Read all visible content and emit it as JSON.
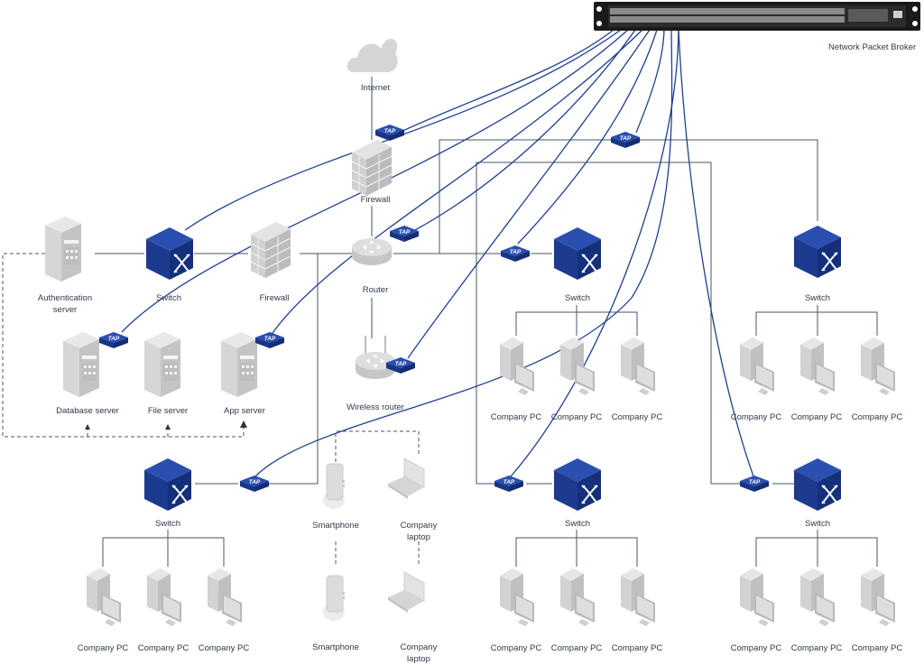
{
  "diagram": {
    "type": "network-topology",
    "colors": {
      "tap_blue": "#1e3a8a",
      "monitor_line": "#1f3f8f",
      "link_line": "#4b5563",
      "device_gray": "#d4d4d4",
      "label": "#2f3a4a"
    },
    "npb": {
      "label": "Network Packet Broker"
    },
    "tap_label": "TAP",
    "nodes": {
      "internet": {
        "label": "Internet",
        "icon": "cloud-icon"
      },
      "firewall_top": {
        "label": "Firewall",
        "icon": "firewall-icon"
      },
      "router": {
        "label": "Router",
        "icon": "router-icon"
      },
      "wireless_router": {
        "label": "Wireless router",
        "icon": "wireless-router-icon"
      },
      "auth_server": {
        "label_line1": "Authentication",
        "label_line2": "server",
        "icon": "server-icon"
      },
      "switch_core": {
        "label": "Switch",
        "icon": "switch-icon"
      },
      "firewall_left": {
        "label": "Firewall",
        "icon": "firewall-icon"
      },
      "db_server": {
        "label": "Database server",
        "icon": "server-icon"
      },
      "file_server": {
        "label": "File server",
        "icon": "server-icon"
      },
      "app_server": {
        "label": "App server",
        "icon": "server-icon"
      },
      "switch_bl": {
        "label": "Switch",
        "icon": "switch-icon"
      },
      "switch_mid_top": {
        "label": "Switch",
        "icon": "switch-icon"
      },
      "switch_right_top": {
        "label": "Switch",
        "icon": "switch-icon"
      },
      "switch_mid_bot": {
        "label": "Switch",
        "icon": "switch-icon"
      },
      "switch_right_bot": {
        "label": "Switch",
        "icon": "switch-icon"
      },
      "smartphone_1": {
        "label": "Smartphone",
        "icon": "smartphone-icon"
      },
      "smartphone_2": {
        "label": "Smartphone",
        "icon": "smartphone-icon"
      },
      "laptop_1": {
        "label_line1": "Company",
        "label_line2": "laptop",
        "icon": "laptop-icon"
      },
      "laptop_2": {
        "label_line1": "Company",
        "label_line2": "laptop",
        "icon": "laptop-icon"
      }
    },
    "pc_label": "Company PC",
    "pc_groups": [
      {
        "switch": "switch_mid_top",
        "pcs": [
          "Company PC",
          "Company PC",
          "Company PC"
        ]
      },
      {
        "switch": "switch_right_top",
        "pcs": [
          "Company PC",
          "Company PC",
          "Company PC"
        ]
      },
      {
        "switch": "switch_bl",
        "pcs": [
          "Company PC",
          "Company PC",
          "Company PC"
        ]
      },
      {
        "switch": "switch_mid_bot",
        "pcs": [
          "Company PC",
          "Company PC",
          "Company PC"
        ]
      },
      {
        "switch": "switch_right_bot",
        "pcs": [
          "Company PC",
          "Company PC",
          "Company PC"
        ]
      }
    ],
    "taps": [
      "firewall_top",
      "router",
      "wireless_router",
      "db_server",
      "app_server",
      "switch_mid_top",
      "switch_bl",
      "switch_mid_bot",
      "switch_right_bot",
      "right_uplink"
    ]
  }
}
